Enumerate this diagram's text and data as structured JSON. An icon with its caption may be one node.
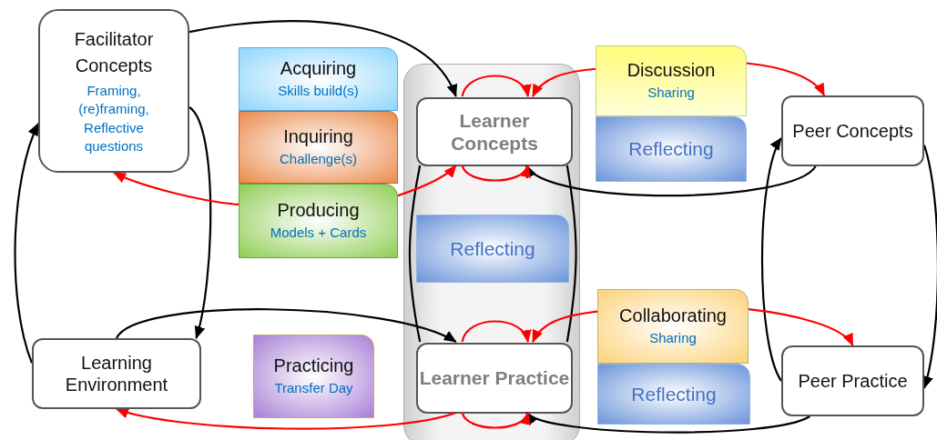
{
  "diagram": {
    "nodes": [
      {
        "text": [
          "Facilitator Concepts",
          "Framing, (re)framing, Reflective questions"
        ]
      },
      {
        "text": [
          "Acquiring",
          "Skills build(s)"
        ]
      },
      {
        "text": [
          "Inquiring",
          "Challenge(s)"
        ]
      },
      {
        "text": [
          "Producing",
          "Models + Cards"
        ]
      },
      {
        "text": [],
        "shape": "box"
      },
      {
        "text": [
          "Discussion",
          "Sharing"
        ]
      },
      {
        "text": [
          "Reflecting"
        ]
      },
      {
        "text": [
          "Peer Concepts"
        ]
      },
      {
        "text": [
          "Learner Concepts"
        ],
        "in": 4
      },
      {
        "text": [
          "Reflecting"
        ],
        "in": 4
      },
      {
        "text": [
          "Learning Environment"
        ]
      },
      {
        "text": [
          "Practicing",
          "Transfer Day"
        ]
      },
      {
        "text": [
          "Learner Practice"
        ],
        "in": 4
      },
      {
        "text": [
          "Collaborating",
          "Sharing"
        ]
      },
      {
        "text": [
          "Reflecting"
        ]
      },
      {
        "text": [
          "Peer Practice"
        ]
      }
    ],
    "edges": [
      {
        "from": 0,
        "to": 8,
        "arrow": "to",
        "color": "#000000"
      },
      {
        "from": 0,
        "to": 10,
        "arrow": "to",
        "color": "#000000"
      },
      {
        "from": 10,
        "to": 0,
        "arrow": "to",
        "color": "#000000"
      },
      {
        "from": 10,
        "to": 12,
        "arrow": "to",
        "color": "#000000"
      },
      {
        "from": 8,
        "to": 12,
        "arrow": "none",
        "color": "#000000"
      },
      {
        "from": 8,
        "to": 12,
        "arrow": "none",
        "color": "#000000"
      },
      {
        "from": 7,
        "to": 8,
        "arrow": "to",
        "color": "#000000"
      },
      {
        "from": 7,
        "to": 15,
        "arrow": "to",
        "color": "#000000"
      },
      {
        "from": 15,
        "to": 7,
        "arrow": "to",
        "color": "#000000"
      },
      {
        "from": 15,
        "to": 12,
        "arrow": "to",
        "color": "#000000"
      },
      {
        "from": 3,
        "to": 0,
        "arrow": "to"
      },
      {
        "from": 3,
        "to": 8,
        "arrow": "to"
      },
      {
        "from": 5,
        "to": 8,
        "arrow": "to"
      },
      {
        "from": 5,
        "to": 7,
        "arrow": "to"
      },
      {
        "from": 13,
        "to": 12,
        "arrow": "to"
      },
      {
        "from": 13,
        "to": 15,
        "arrow": "to"
      },
      {
        "from": 12,
        "to": 10,
        "arrow": "to"
      },
      {
        "from": 8,
        "to": 8,
        "arrow": "to"
      },
      {
        "from": 8,
        "to": 8,
        "arrow": "to"
      },
      {
        "from": 12,
        "to": 12,
        "arrow": "to"
      },
      {
        "from": 12,
        "to": 12,
        "arrow": "to"
      }
    ]
  }
}
